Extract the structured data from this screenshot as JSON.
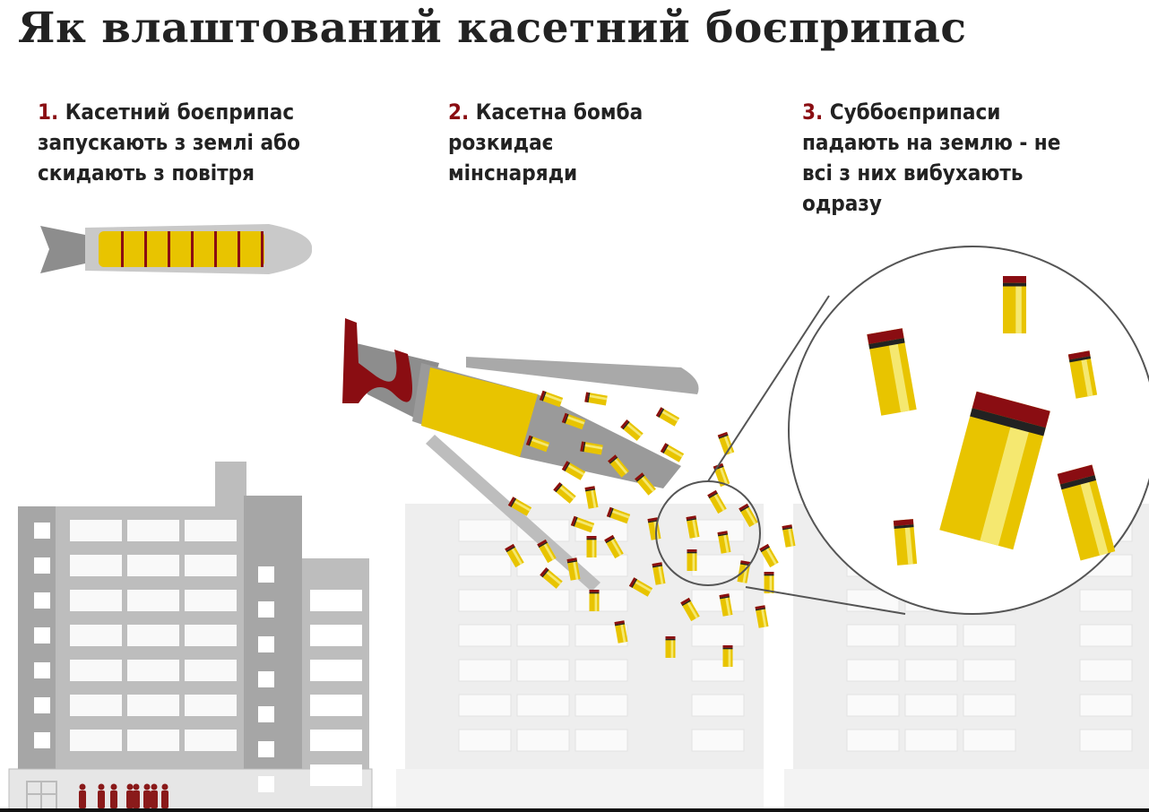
{
  "title": "Як влаштований касетний боєприпас",
  "steps": [
    {
      "number": "1.",
      "lines": [
        "Касетний боєприпас",
        "запускають з землі або",
        "скидають з повітря"
      ]
    },
    {
      "number": "2.",
      "lines": [
        "Касетна бомба",
        "розкидає",
        "мінснаряди"
      ]
    },
    {
      "number": "3.",
      "lines": [
        "Суббоєприпаси",
        "падають на землю - не",
        "всі з них вибухають",
        "одразу"
      ]
    }
  ],
  "colors": {
    "accent": "#8a0d12",
    "bomblet": "#e8c400",
    "building_dark": "#a6a6a6",
    "building_faded": "#ececec"
  }
}
